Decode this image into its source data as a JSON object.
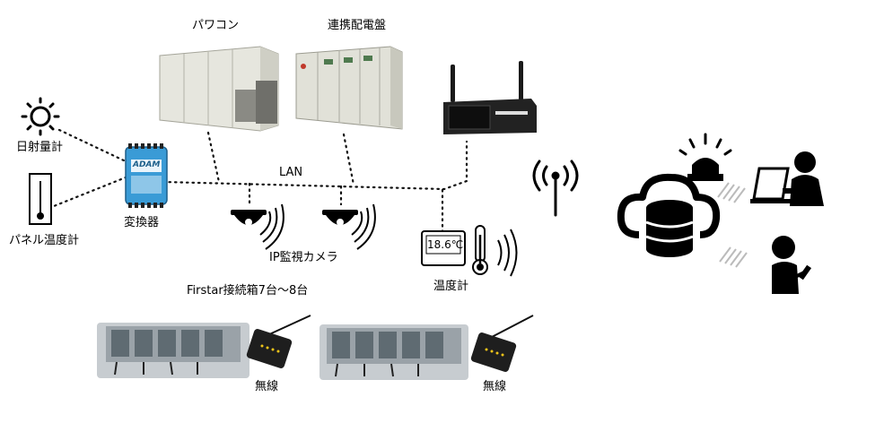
{
  "labels": {
    "powercon": "パワコン",
    "panel": "連携配電盤",
    "irradiance": "日射量計",
    "panel_temp": "パネル温度計",
    "converter": "変換器",
    "lan": "LAN",
    "camera": "IP監視カメラ",
    "thermometer": "温度計",
    "thermo_reading": "18.6℃",
    "junction_box": "Firstar接続箱7台～8台",
    "wireless_1": "無線",
    "wireless_2": "無線",
    "adam_logo": "ADAM"
  },
  "colors": {
    "accent_blue": "#3a9bd6",
    "cabinet": "#e6e6de",
    "dark": "#1a1a1a"
  }
}
